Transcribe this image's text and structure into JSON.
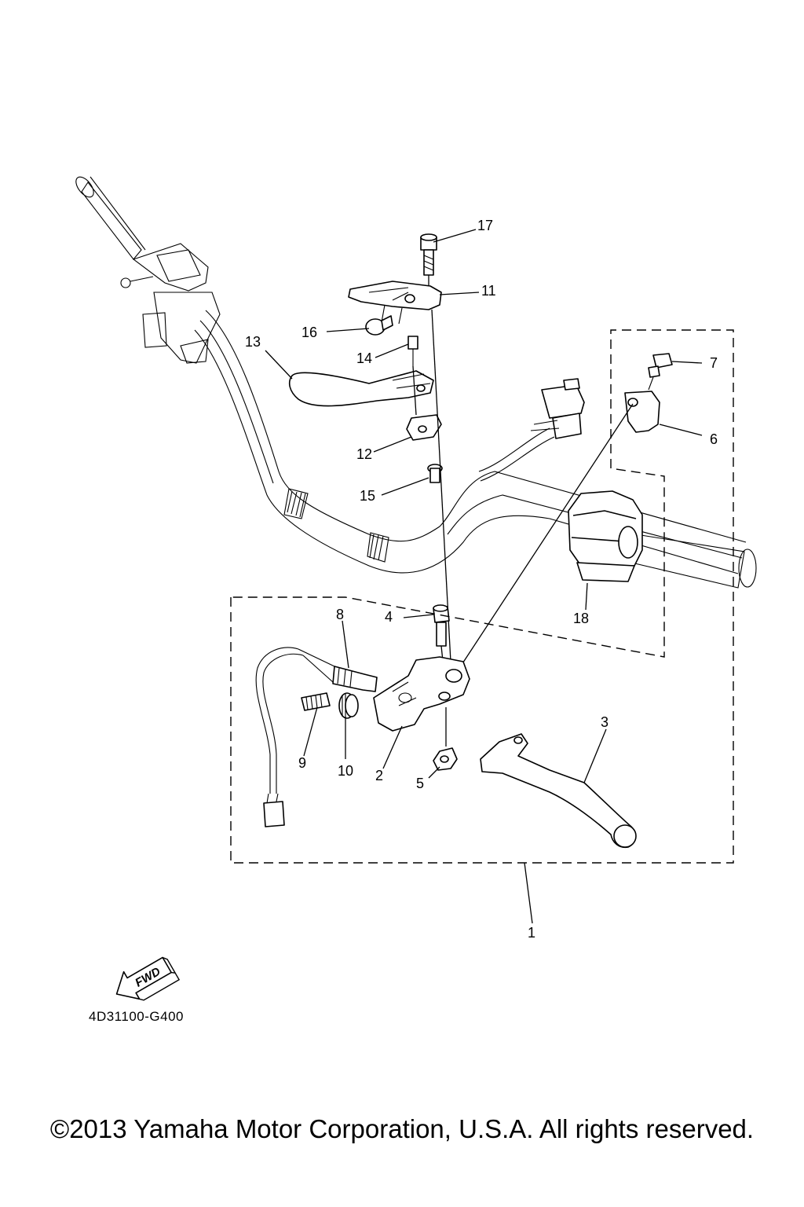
{
  "diagram": {
    "callouts": {
      "c1": "1",
      "c2": "2",
      "c3": "3",
      "c4": "4",
      "c5": "5",
      "c6": "6",
      "c7": "7",
      "c8": "8",
      "c9": "9",
      "c10": "10",
      "c11": "11",
      "c12": "12",
      "c13": "13",
      "c14": "14",
      "c15": "15",
      "c16": "16",
      "c17": "17",
      "c18": "18"
    },
    "fwd_label": "FWD",
    "drawing_code": "4D31100-G400"
  },
  "footer": {
    "copyright": "©2013 Yamaha Motor Corporation, U.S.A. All rights reserved."
  }
}
